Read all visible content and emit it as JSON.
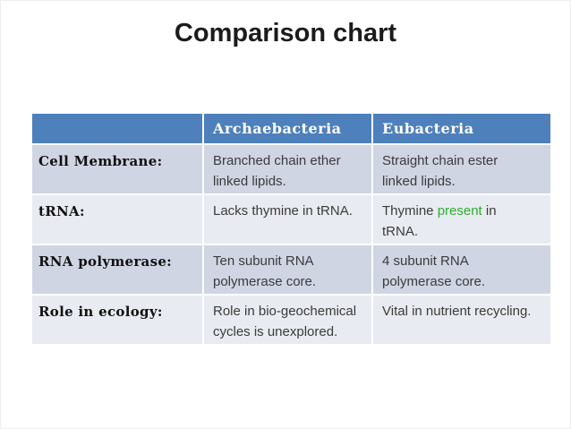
{
  "slide": {
    "title": "Comparison chart"
  },
  "table": {
    "header": {
      "blank": "",
      "archaebacteria": "Archaebacteria",
      "eubacteria": "Eubacteria"
    },
    "rows": [
      {
        "label": "Cell Membrane:",
        "archaebacteria": "Branched chain ether\nlinked lipids.",
        "eubacteria": "Straight chain ester\nlinked lipids."
      },
      {
        "label": "tRNA:",
        "archaebacteria": "Lacks thymine in tRNA.",
        "eubacteria_prefix": "Thymine ",
        "eubacteria_highlight": "present",
        "eubacteria_suffix": " in\ntRNA."
      },
      {
        "label": "RNA polymerase:",
        "archaebacteria": "Ten subunit RNA\npolymerase core.",
        "eubacteria": "4 subunit RNA\npolymerase core."
      },
      {
        "label": "Role in ecology:",
        "archaebacteria": "Role in bio-geochemical\ncycles is unexplored.",
        "eubacteria": "Vital in nutrient recycling."
      }
    ]
  },
  "colors": {
    "header-bg": "#4e80bb",
    "row-band-dark": "#cfd5e3",
    "row-band-light": "#e9ebf2",
    "present-green": "#2fad2f",
    "body-text": "#3b3b3b"
  }
}
